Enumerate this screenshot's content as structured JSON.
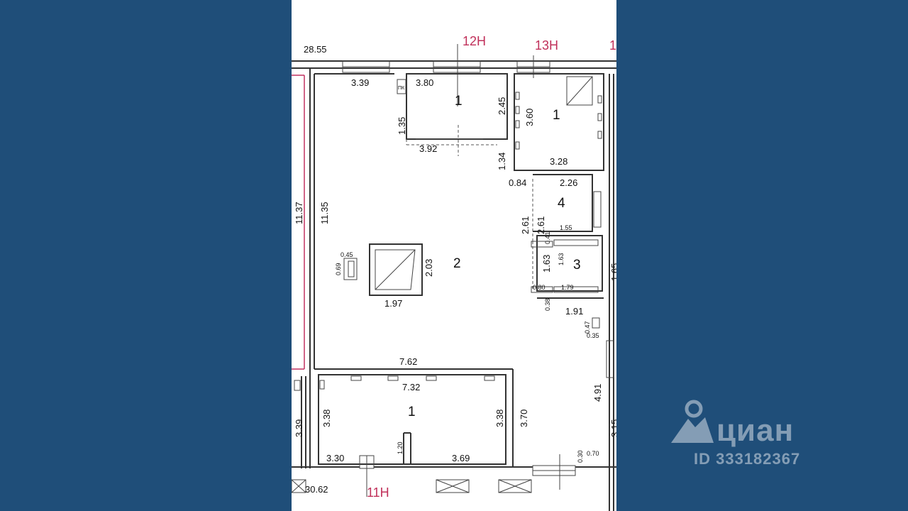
{
  "plan": {
    "units": [
      "12Н",
      "13Н",
      "1",
      "11Н"
    ],
    "rooms": {
      "main": "2",
      "unit12": "1",
      "unit13": "1",
      "room4": "4",
      "room3": "3",
      "unit11": "1"
    },
    "label_pk": "ПК",
    "dimensions": {
      "top_total": "28.55",
      "bottom_total": "30.62",
      "d_3_39_top": "3.39",
      "d_3_80": "3.80",
      "d_2_45": "2.45",
      "d_1_35": "1.35",
      "d_3_92": "3.92",
      "d_1_34": "1.34",
      "d_3_60": "3.60",
      "d_3_28": "3.28",
      "d_0_84": "0.84",
      "d_2_26": "2.26",
      "d_2_61_a": "2.61",
      "d_2_61_b": "2.61",
      "d_0_41": "0.41",
      "d_1_55": "1.55",
      "d_1_63_a": "1.63",
      "d_1_63_b": "1.63",
      "d_1_65": "1.65",
      "d_0_80": "0.80",
      "d_1_79": "1.79",
      "d_0_38": "0.38",
      "d_1_91": "1.91",
      "d_0_47": "0.47",
      "d_0_35": "0.35",
      "d_11_37": "11.37",
      "d_11_35": "11.35",
      "d_0_45": "0.45",
      "d_0_69": "0.69",
      "d_2_03": "2.03",
      "d_1_97": "1.97",
      "d_7_62": "7.62",
      "d_7_32": "7.32",
      "d_3_38_a": "3.38",
      "d_3_38_b": "3.38",
      "d_3_70": "3.70",
      "d_4_91": "4.91",
      "d_3_39_bottom": "3.39",
      "d_3_15": "3.15",
      "d_1_20": "1.20",
      "d_3_30": "3.30",
      "d_3_69": "3.69",
      "d_0_30": "0.30",
      "d_0_70": "0.70"
    }
  },
  "watermark": {
    "brand": "циан",
    "id_text": "ID 333182367"
  }
}
